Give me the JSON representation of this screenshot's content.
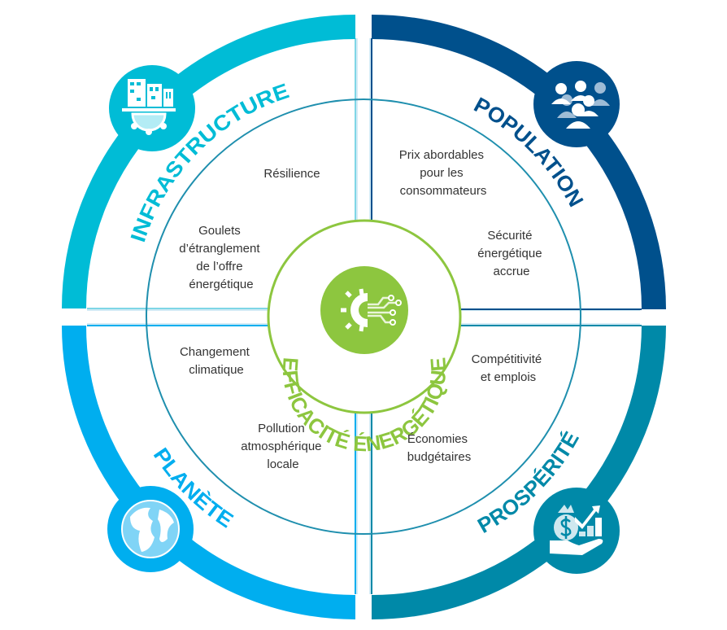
{
  "center": {
    "title": "EFFICACITÉ ÉNERGÉTIQUE",
    "icon": "gear-circuit-icon",
    "color": "#8dc63f"
  },
  "quadrants": {
    "infrastructure": {
      "title": "INFRASTRUCTURE",
      "icon": "buildings-gear-icon",
      "color": "#00bcd6",
      "items": [
        [
          "Résilience"
        ],
        [
          "Goulets",
          "d’étranglement",
          "de l’offre",
          "énergétique"
        ]
      ]
    },
    "population": {
      "title": "POPULATION",
      "icon": "people-group-icon",
      "color": "#00508c",
      "items": [
        [
          "Prix abordables",
          "pour les",
          "consommateurs"
        ],
        [
          "Sécurité",
          "énergétique",
          "accrue"
        ]
      ]
    },
    "planete": {
      "title": "PLANÈTE",
      "icon": "globe-icon",
      "color": "#00aeef",
      "items": [
        [
          "Changement",
          "climatique"
        ],
        [
          "Pollution",
          "atmosphérique",
          "locale"
        ]
      ]
    },
    "prosperite": {
      "title": "PROSPÉRITÉ",
      "icon": "money-bag-growth-icon",
      "color": "#0089a8",
      "items": [
        [
          "Compétitivité",
          "et emplois"
        ],
        [
          "Économies",
          "budgétaires"
        ]
      ]
    }
  }
}
